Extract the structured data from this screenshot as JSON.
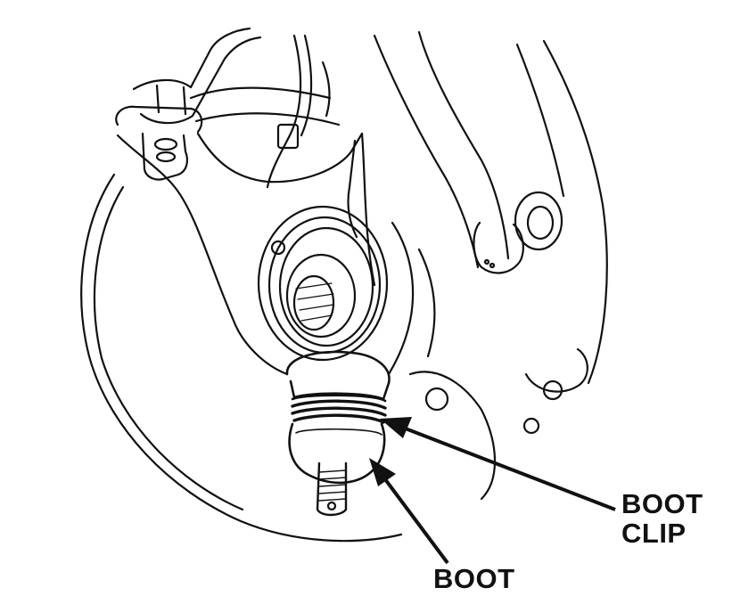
{
  "labels": {
    "boot_clip_line1": "BOOT",
    "boot_clip_line2": "CLIP",
    "boot": "BOOT"
  },
  "colors": {
    "ink": "#111111",
    "paper": "#ffffff"
  }
}
